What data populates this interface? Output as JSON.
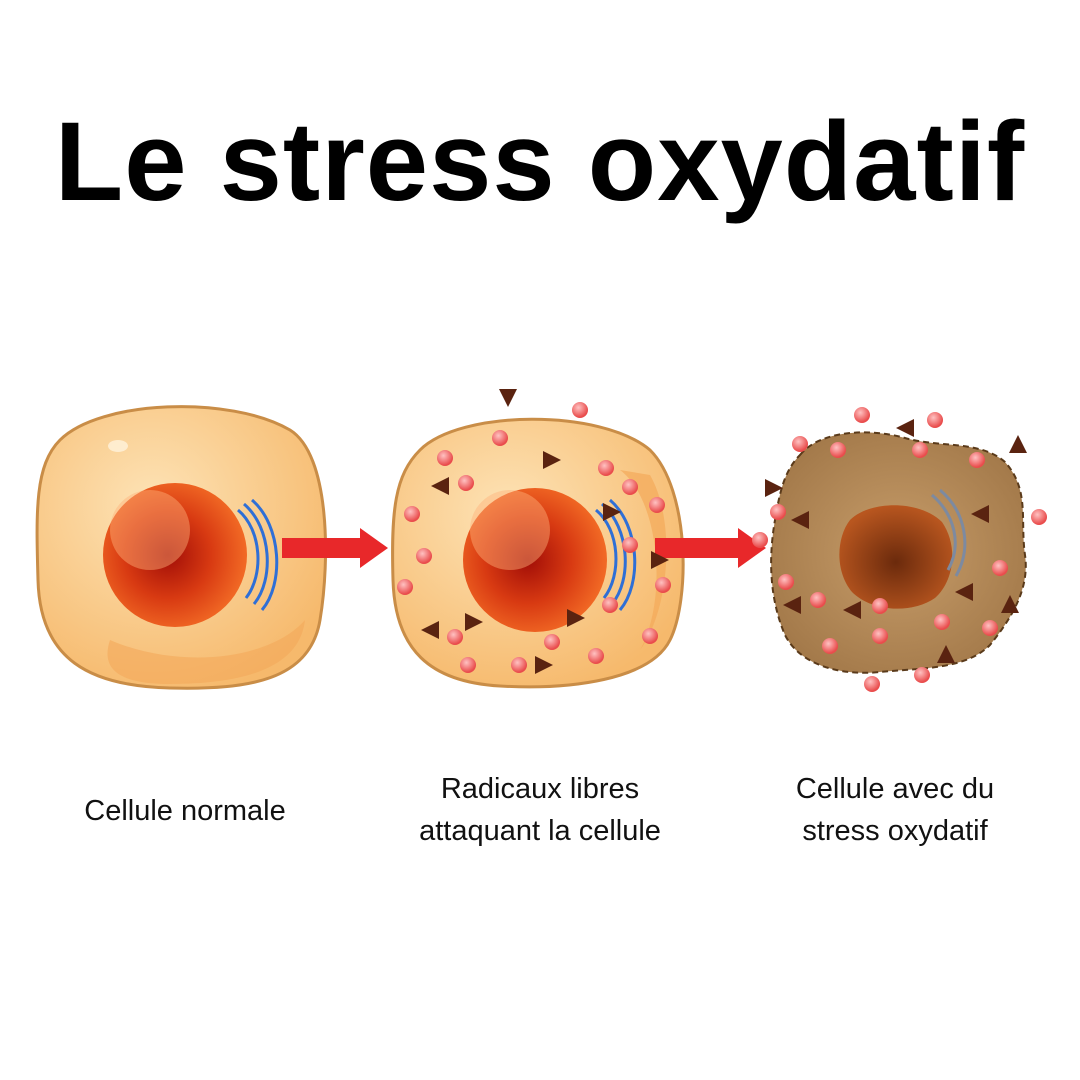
{
  "title": "Le stress oxydatif",
  "stages": [
    {
      "name": "normal-cell",
      "caption_lines": [
        "Cellule normale"
      ]
    },
    {
      "name": "free-radicals-attacking",
      "caption_lines": [
        "Radicaux libres",
        "attaquant la cellule"
      ]
    },
    {
      "name": "oxidative-stress-cell",
      "caption_lines": [
        "Cellule avec du",
        "stress oxydatif"
      ]
    }
  ],
  "colors": {
    "cell_fill": "#f9c98a",
    "cell_outline": "#d9a25e",
    "nucleus": "#e0440f",
    "nucleus_core": "#9e0f07",
    "organelle": "#2f6fd6",
    "arrow": "#e8282a",
    "radical": "#ef6d6d",
    "triangle": "#5a2310",
    "damaged_cell": "#b78e5f"
  },
  "icons": [
    "right-arrow-icon",
    "right-arrow-icon"
  ]
}
